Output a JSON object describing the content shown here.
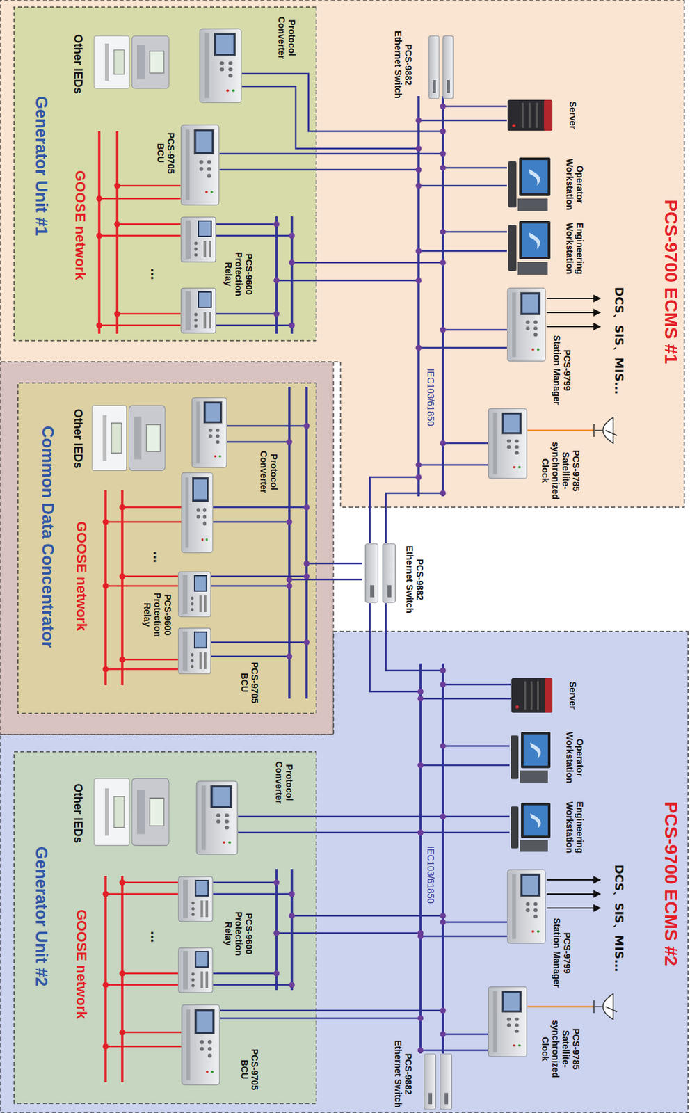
{
  "diagram": {
    "nodes": [
      {
        "text": [
          "PCS-9700 ECMS #1"
        ]
      },
      {
        "text": [
          "Generator Unit #1"
        ],
        "in": 0
      },
      {
        "text": [
          "Protocol Converter"
        ],
        "in": 1
      },
      {
        "text": [
          "Other IEDs"
        ],
        "in": 1
      },
      {
        "text": [
          "PCS-9705 BCU"
        ],
        "in": 1
      },
      {
        "text": [
          "PCS-9600 Protection Relay"
        ],
        "in": 1
      },
      {
        "text": [
          "PCS-9882 Ethernet Switch"
        ],
        "in": 0
      },
      {
        "text": [
          "Server"
        ],
        "in": 0
      },
      {
        "text": [
          "Operator Workstation"
        ],
        "in": 0
      },
      {
        "text": [
          "Engineering Workstation"
        ],
        "in": 0
      },
      {
        "text": [
          "PCS-9799 Station Manager"
        ],
        "in": 0
      },
      {
        "text": [
          "PCS-9785 Satellite-synchronized Clock"
        ],
        "in": 0
      },
      {
        "text": [
          "PCS-9882 Ethernet Switch"
        ]
      },
      {
        "text": [
          "Common Data Concentrator"
        ]
      },
      {
        "text": [
          "Protocol Converter"
        ],
        "in": 13
      },
      {
        "text": [
          "Other IEDs"
        ],
        "in": 13
      },
      {
        "text": [
          "PCS-9600 Protection Relay"
        ],
        "in": 13
      },
      {
        "text": [
          "PCS-9705 BCU"
        ],
        "in": 13
      },
      {
        "text": [
          "PCS-9700 ECMS #2"
        ]
      },
      {
        "text": [
          "Generator Unit #2"
        ],
        "in": 18
      },
      {
        "text": [
          "Protocol Converter"
        ],
        "in": 19
      },
      {
        "text": [
          "Other IEDs"
        ],
        "in": 19
      },
      {
        "text": [
          "PCS-9600 Protection Relay"
        ],
        "in": 19
      },
      {
        "text": [
          "PCS-9705 BCU"
        ],
        "in": 19
      },
      {
        "text": [
          "Server"
        ],
        "in": 18
      },
      {
        "text": [
          "Operator Workstation"
        ],
        "in": 18
      },
      {
        "text": [
          "Engineering Workstation"
        ],
        "in": 18
      },
      {
        "text": [
          "PCS-9799 Station Manager"
        ],
        "in": 18
      },
      {
        "text": [
          "PCS-9785 Satellite-synchronized Clock"
        ],
        "in": 18
      },
      {
        "text": [
          "PCS-9882 Ethernet Switch"
        ],
        "in": 18
      }
    ],
    "edges": [
      {
        "from": 2,
        "to": 3,
        "arrow": "none"
      },
      {
        "from": 14,
        "to": 15,
        "arrow": "none"
      },
      {
        "from": 20,
        "to": 21,
        "arrow": "none"
      }
    ],
    "labels": [
      "DCS、SIS、MIS...",
      "IEC103/61850",
      "GOOSE network",
      "...",
      "GOOSE network",
      "...",
      "DCS、SIS、MIS...",
      "IEC103/61850",
      "GOOSE network",
      "..."
    ]
  }
}
